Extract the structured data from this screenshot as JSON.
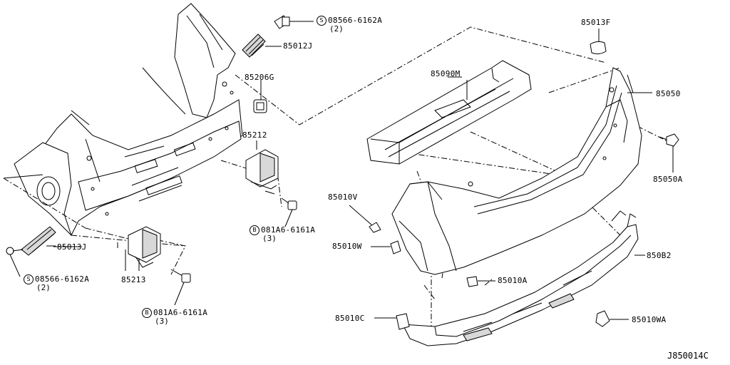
{
  "diagram_code": "J850014C",
  "parts": {
    "p_08566_top": {
      "symbol": "S",
      "number": "08566-6162A",
      "qty": "(2)"
    },
    "p_85012J": {
      "number": "85012J"
    },
    "p_85206G": {
      "number": "85206G"
    },
    "p_85212": {
      "number": "85212"
    },
    "p_081A6_mid": {
      "symbol": "B",
      "number": "081A6-6161A",
      "qty": "(3)"
    },
    "p_85013J": {
      "number": "85013J"
    },
    "p_08566_left": {
      "symbol": "S",
      "number": "08566-6162A",
      "qty": "(2)"
    },
    "p_85213": {
      "number": "85213"
    },
    "p_081A6_bot": {
      "symbol": "B",
      "number": "081A6-6161A",
      "qty": "(3)"
    },
    "p_85090M": {
      "number": "85090M"
    },
    "p_85013F": {
      "number": "85013F"
    },
    "p_85050": {
      "number": "85050"
    },
    "p_85050A": {
      "number": "85050A"
    },
    "p_85010V": {
      "number": "85010V"
    },
    "p_85010W": {
      "number": "85010W"
    },
    "p_85010A": {
      "number": "85010A"
    },
    "p_850B2": {
      "number": "850B2"
    },
    "p_85010C": {
      "number": "85010C"
    },
    "p_85010WA": {
      "number": "85010WA"
    }
  }
}
